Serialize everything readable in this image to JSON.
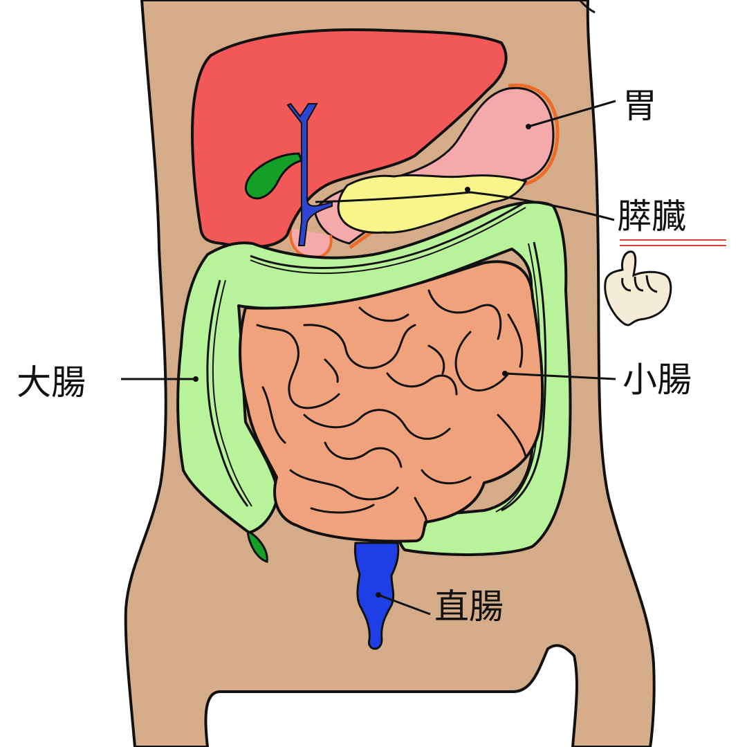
{
  "labels": {
    "stomach": "胃",
    "pancreas": "膵臓",
    "large_intestine": "大腸",
    "small_intestine": "小腸",
    "rectum": "直腸"
  },
  "colors": {
    "body": "#d5ac8a",
    "liver": "#f25858",
    "gallbladder": "#14a028",
    "bile_duct": "#2c46d2",
    "stomach": "#f4aaaa",
    "stomach_outline": "#ee6b2a",
    "pancreas": "#f8f58a",
    "large_intestine": "#b8f29a",
    "small_intestine": "#f0a27c",
    "rectum": "#1f3fe6",
    "underline": "#e43a3a",
    "hand": "#f5ecd8"
  },
  "icons": {
    "pointer": "pointing-hand-icon"
  }
}
